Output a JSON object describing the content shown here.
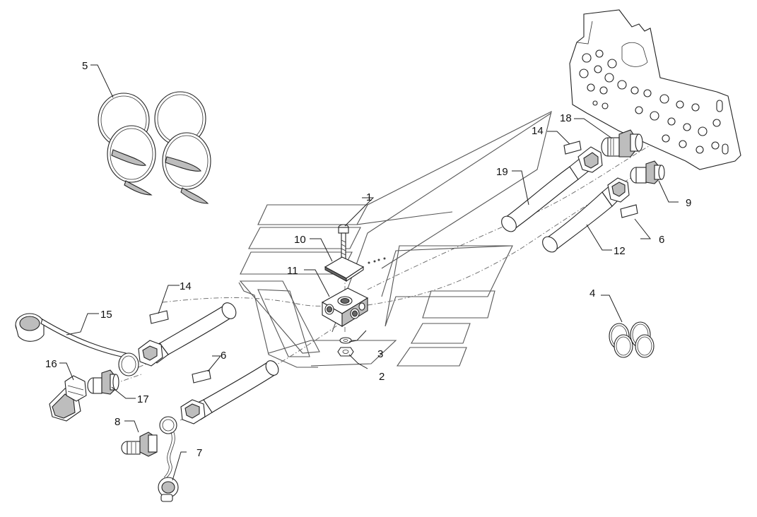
{
  "callouts": [
    {
      "id": "c1",
      "text": "1"
    },
    {
      "id": "c2",
      "text": "2"
    },
    {
      "id": "c3",
      "text": "3"
    },
    {
      "id": "c4",
      "text": "4"
    },
    {
      "id": "c5",
      "text": "5"
    },
    {
      "id": "c6a",
      "text": "6"
    },
    {
      "id": "c6b",
      "text": "6"
    },
    {
      "id": "c7",
      "text": "7"
    },
    {
      "id": "c8",
      "text": "8"
    },
    {
      "id": "c9",
      "text": "9"
    },
    {
      "id": "c10",
      "text": "10"
    },
    {
      "id": "c11",
      "text": "11"
    },
    {
      "id": "c12",
      "text": "12"
    },
    {
      "id": "c14a",
      "text": "14"
    },
    {
      "id": "c14b",
      "text": "14"
    },
    {
      "id": "c15",
      "text": "15"
    },
    {
      "id": "c16",
      "text": "16"
    },
    {
      "id": "c17",
      "text": "17"
    },
    {
      "id": "c18",
      "text": "18"
    },
    {
      "id": "c19",
      "text": "19"
    }
  ]
}
